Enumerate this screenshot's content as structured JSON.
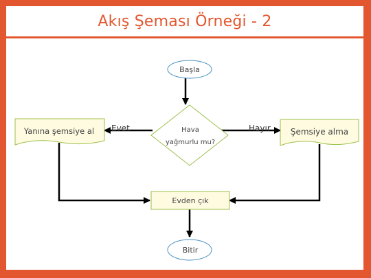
{
  "title": "Akış Şeması Örneği - 2",
  "nodes": {
    "start": "Başla",
    "question_line1": "Hava",
    "question_line2": "yağmurlu mu?",
    "yes_action": "Yanına şemsiye al",
    "no_action": "Şemsiye alma",
    "exit": "Evden çık",
    "end": "Bitir"
  },
  "branches": {
    "yes": "Evet",
    "no": "Hayır"
  },
  "colors": {
    "frame": "#e2572f",
    "terminal_fill": "#ffffff",
    "terminal_border": "#4a90c2",
    "shape_border": "#9bbf4a",
    "process_fill": "#fffbe0",
    "arrow": "#000000"
  }
}
